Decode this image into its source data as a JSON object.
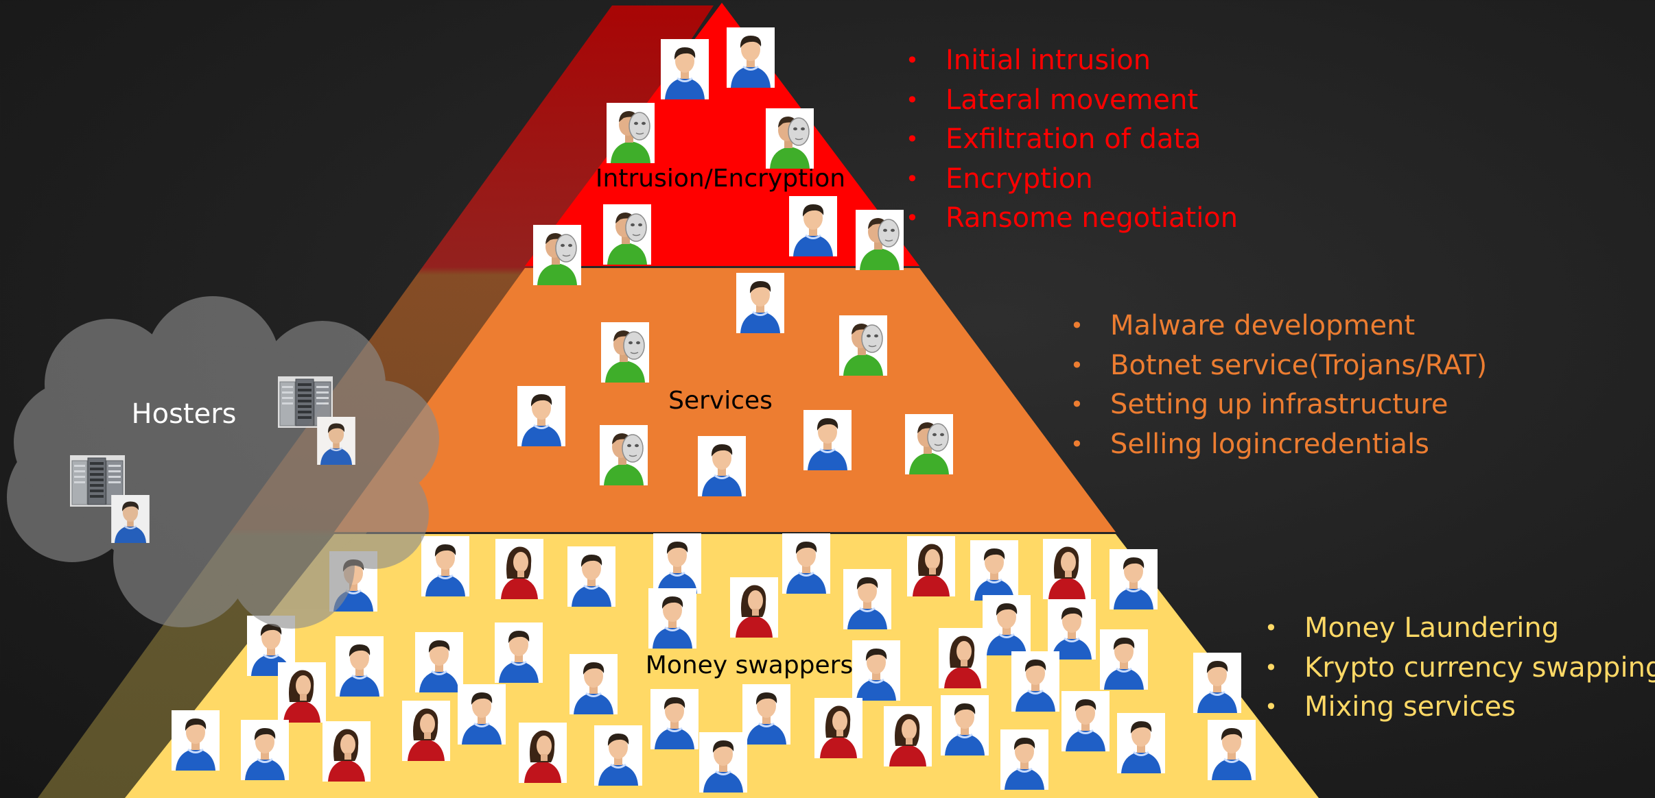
{
  "tiers": [
    {
      "label": "Intrusion/Encryption",
      "color": "#ff0000",
      "bullets": [
        "Initial intrusion",
        "Lateral movement",
        "Exfiltration of data",
        "Encryption",
        "Ransome negotiation"
      ]
    },
    {
      "label": "Services",
      "color": "#ed7d31",
      "bullets": [
        "Malware development",
        "Botnet service(Trojans/RAT)",
        "Setting up infrastructure",
        "Selling logincredentials"
      ]
    },
    {
      "label": "Money swappers",
      "color": "#ffd966",
      "bullets": [
        "Money Laundering",
        "Krypto currency swapping",
        "Mixing services"
      ]
    }
  ],
  "hosters": {
    "label": "Hosters",
    "color": "#8c8c8c"
  },
  "icons": {
    "person_male": "person-icon",
    "person_masked": "masked-person-icon",
    "person_female": "female-person-icon",
    "server": "server-icon"
  }
}
